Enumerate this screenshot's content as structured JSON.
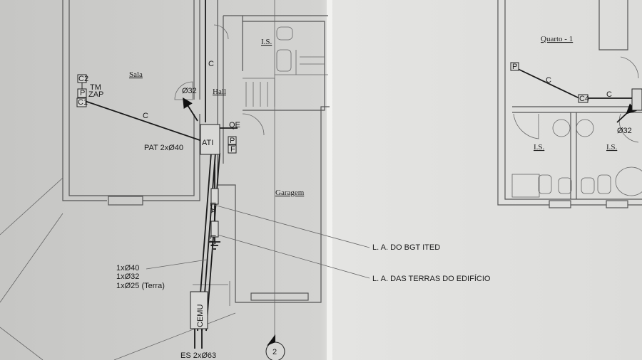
{
  "rooms": {
    "sala": "Sala",
    "hall": "Hall",
    "is_top": "I.S.",
    "garagem": "Garagem",
    "quarto": "Quarto - 1",
    "is_left": "I.S.",
    "is_right": "I.S."
  },
  "left_plan": {
    "cable_c_vertical": "C",
    "cable_c_sala": "C",
    "door_conduit": "Ø32",
    "tm": "TM",
    "zap": "ZAP",
    "c2": "C2",
    "p": "P",
    "c1": "C1",
    "ati": "ATI",
    "qe": "QE",
    "p_box": "P",
    "f_box": "F",
    "pat": "PAT 2xØ40",
    "la_1": "L A",
    "la_2": "L A",
    "callout_bgt": "L. A. DO BGT ITED",
    "callout_terras": "L. A. DAS TERRAS DO EDIFÍCIO",
    "conduits": [
      "1xØ40",
      "1xØ32",
      "1xØ25 (Terra)"
    ],
    "cemu": "CEMU",
    "es": "ES 2xØ63",
    "section_marker": "2"
  },
  "right_plan": {
    "p": "P",
    "cable_c1": "C",
    "c4": "C4",
    "cable_c2": "C",
    "conduit": "Ø32"
  }
}
